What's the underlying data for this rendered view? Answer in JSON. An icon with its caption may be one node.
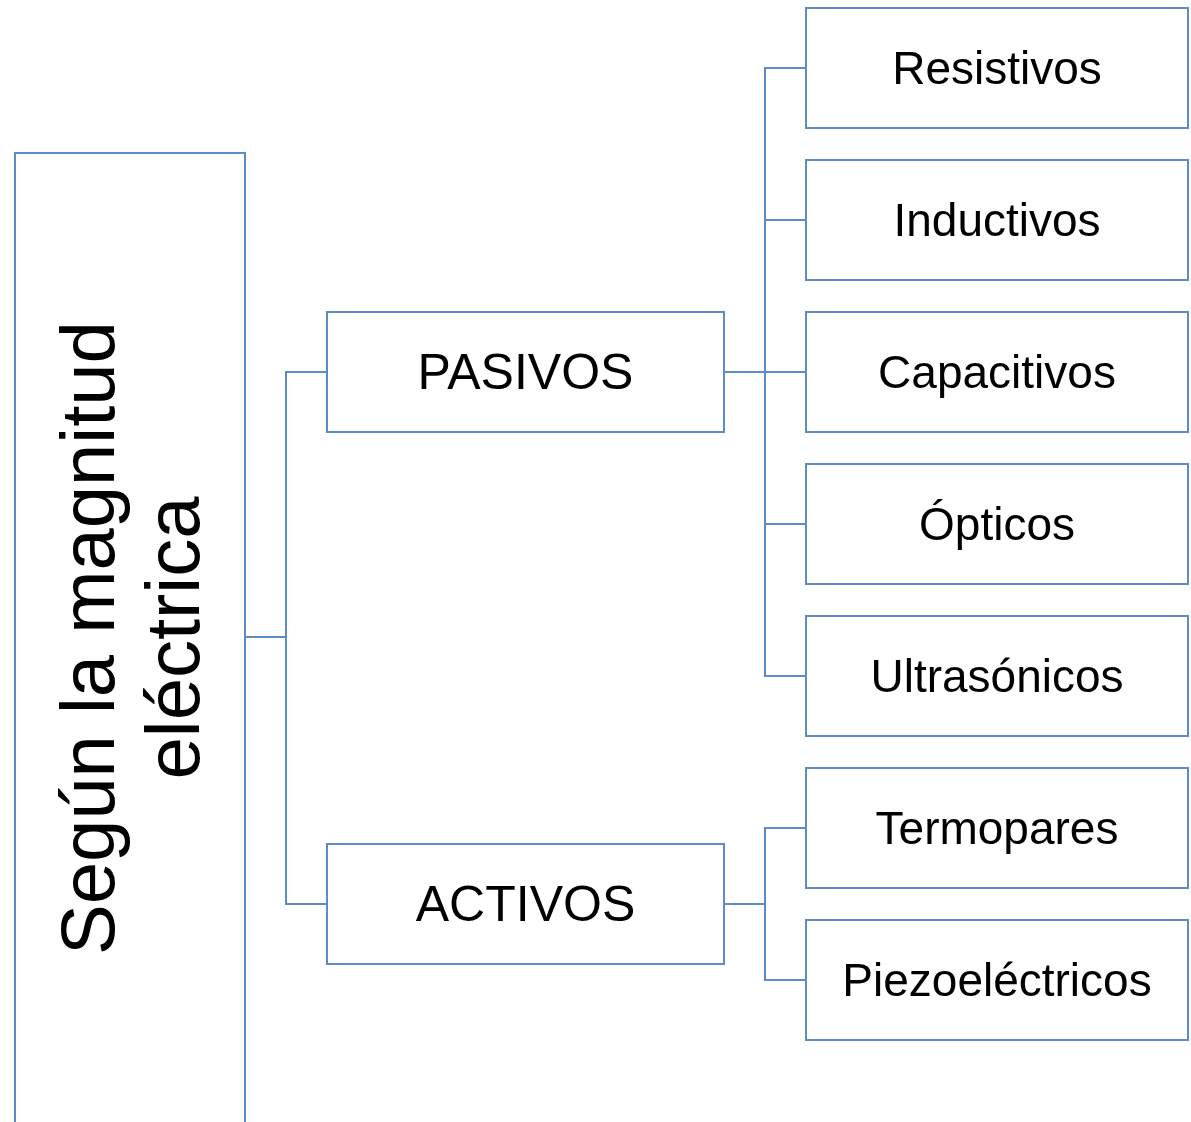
{
  "diagram": {
    "nodes": [
      {
        "text": [
          "Según la magnitud eléctrica"
        ]
      },
      {
        "text": [
          "PASIVOS"
        ]
      },
      {
        "text": [
          "ACTIVOS"
        ]
      },
      {
        "text": [
          "Resistivos"
        ]
      },
      {
        "text": [
          "Inductivos"
        ]
      },
      {
        "text": [
          "Capacitivos"
        ]
      },
      {
        "text": [
          "Ópticos"
        ]
      },
      {
        "text": [
          "Ultrasónicos"
        ]
      },
      {
        "text": [
          "Termopares"
        ]
      },
      {
        "text": [
          "Piezoeléctricos"
        ]
      }
    ],
    "edges": [
      {
        "from": 0,
        "to": 1,
        "arrow": "none"
      },
      {
        "from": 0,
        "to": 2,
        "arrow": "none"
      },
      {
        "from": 1,
        "to": 3,
        "arrow": "none"
      },
      {
        "from": 1,
        "to": 4,
        "arrow": "none"
      },
      {
        "from": 1,
        "to": 5,
        "arrow": "none"
      },
      {
        "from": 1,
        "to": 6,
        "arrow": "none"
      },
      {
        "from": 1,
        "to": 7,
        "arrow": "none"
      },
      {
        "from": 2,
        "to": 8,
        "arrow": "none"
      },
      {
        "from": 2,
        "to": 9,
        "arrow": "none"
      }
    ]
  }
}
